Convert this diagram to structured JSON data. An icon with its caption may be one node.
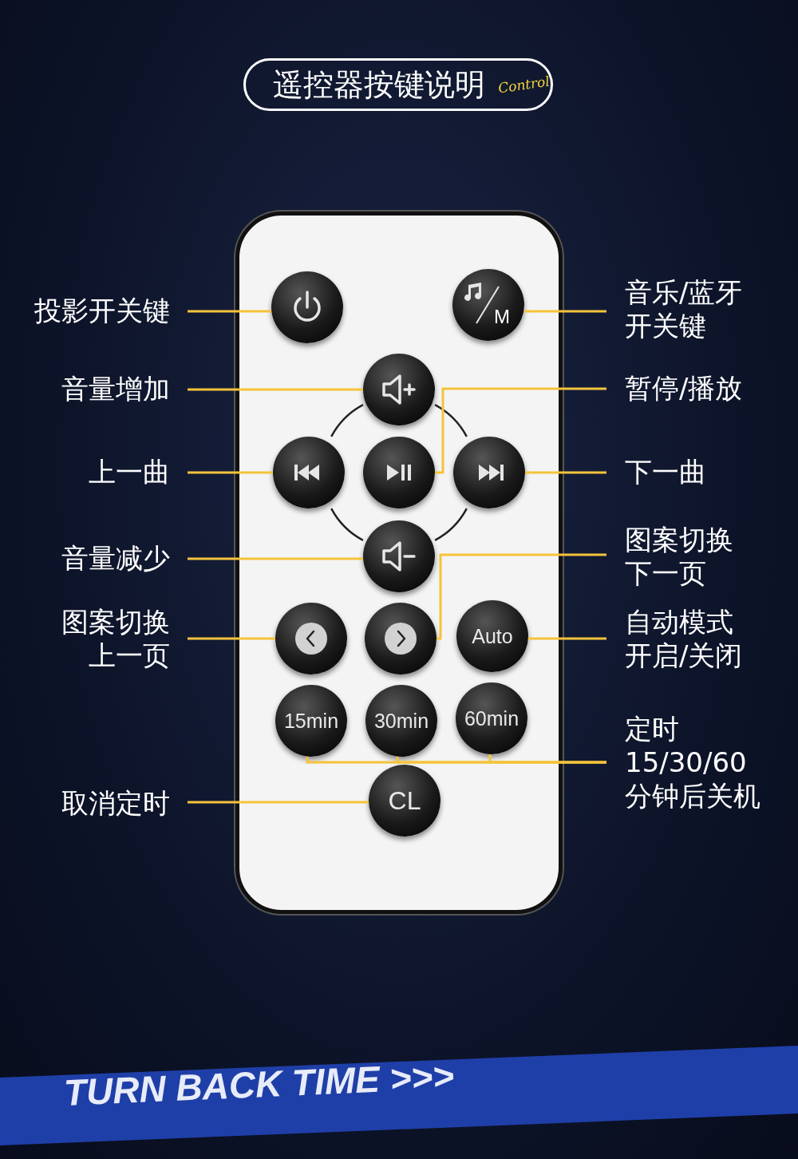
{
  "diagram": {
    "title": "遥控器按键说明",
    "nodes": [
      {
        "text": [],
        "shape": "box"
      },
      {
        "text": [
          "投影开关键"
        ]
      },
      {
        "text": [],
        "shape": "circle",
        "in": 0
      },
      {
        "text": [
          "M"
        ],
        "in": 0
      },
      {
        "text": [
          "音乐/蓝牙开关键"
        ]
      },
      {
        "text": [
          "音量增加"
        ]
      },
      {
        "text": [],
        "shape": "circle",
        "in": 0
      },
      {
        "text": [
          "暂停/播放"
        ]
      },
      {
        "text": [
          "上一曲"
        ]
      },
      {
        "text": [],
        "shape": "circle",
        "in": 0
      },
      {
        "text": [],
        "shape": "circle",
        "in": 0
      },
      {
        "text": [],
        "shape": "circle",
        "in": 0
      },
      {
        "text": [
          "下一曲"
        ]
      },
      {
        "text": [
          "音量减少"
        ]
      },
      {
        "text": [],
        "shape": "circle",
        "in": 0
      },
      {
        "text": [
          "图案切换下一页"
        ]
      },
      {
        "text": [
          "图案切换上一页"
        ]
      },
      {
        "text": [],
        "shape": "circle",
        "in": 0
      },
      {
        "text": [],
        "shape": "circle",
        "in": 0
      },
      {
        "text": [
          "Auto"
        ],
        "in": 0
      },
      {
        "text": [
          "自动模式开启/关闭"
        ]
      },
      {
        "text": [
          "15min"
        ],
        "in": 0
      },
      {
        "text": [
          "30min"
        ],
        "in": 0
      },
      {
        "text": [
          "60min"
        ],
        "in": 0
      },
      {
        "text": [
          "定时15/30/60分钟后关机"
        ]
      },
      {
        "text": [
          "取消定时"
        ]
      },
      {
        "text": [
          "CL"
        ],
        "in": 0
      }
    ],
    "edges": [
      {
        "from": 1,
        "to": 2,
        "arrow": "none"
      },
      {
        "from": 4,
        "to": 3,
        "arrow": "none"
      },
      {
        "from": 5,
        "to": 6,
        "arrow": "none"
      },
      {
        "from": 7,
        "to": 10,
        "arrow": "none"
      },
      {
        "from": 8,
        "to": 9,
        "arrow": "none"
      },
      {
        "from": 12,
        "to": 11,
        "arrow": "none"
      },
      {
        "from": 13,
        "to": 14,
        "arrow": "none"
      },
      {
        "from": 15,
        "to": 18,
        "arrow": "none"
      },
      {
        "from": 16,
        "to": 17,
        "arrow": "none"
      },
      {
        "from": 20,
        "to": 19,
        "arrow": "none"
      },
      {
        "from": 24,
        "to": 21,
        "arrow": "none"
      },
      {
        "from": 24,
        "to": 22,
        "arrow": "none"
      },
      {
        "from": 24,
        "to": 23,
        "arrow": "none"
      },
      {
        "from": 25,
        "to": 26,
        "arrow": "none"
      }
    ],
    "labels": [
      "Control",
      "TURN BACK TIME >>>"
    ]
  }
}
